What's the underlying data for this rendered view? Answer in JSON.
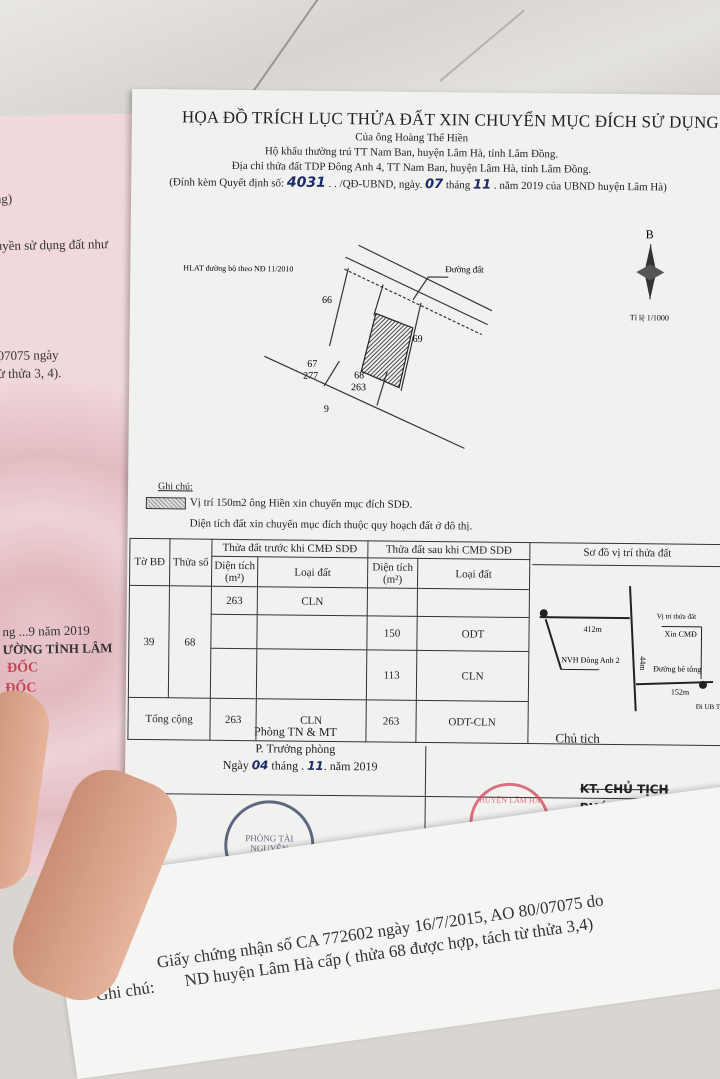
{
  "document": {
    "title": "HỌA ĐỒ TRÍCH LỤC THỬA ĐẤT XIN CHUYỂN MỤC ĐÍCH SỬ DỤNG",
    "owner": "Của ông Hoàng Thế Hiền",
    "residence": "Hộ khẩu thường trú TT Nam Ban, huyện Lâm Hà, tỉnh Lâm Đồng.",
    "address": "Địa chỉ thửa đất TDP Đông Anh 4, TT Nam Ban, huyện Lâm Hà, tỉnh Lâm Đồng.",
    "decision_prefix": "(Đính kèm Quyết định số:",
    "decision_no": "4031",
    "decision_mid": ". . /QĐ-UBND, ngày.",
    "decision_day": "07",
    "decision_month_label": "tháng",
    "decision_month": "11",
    "decision_suffix": ". năm 2019 của UBND huyện Lâm Hà)"
  },
  "map": {
    "north": "B",
    "scale": "Tỉ lệ 1/1000",
    "hlat_label": "HLAT đường bộ theo NĐ 11/2010",
    "road_label": "Đường đất",
    "parcels": {
      "p66": "66",
      "p67": "67",
      "p67_area": "277",
      "p68": "68",
      "p68_area": "263",
      "p69": "69",
      "sheet": "9"
    }
  },
  "notes": {
    "heading": "Ghi chú:",
    "legend": "Vị trí 150m2 ông Hiền xin chuyển mục đích SDĐ.",
    "zoning": "Diện tích đất xin chuyển mục đích thuộc quy hoạch đất ở đô thị."
  },
  "table": {
    "headers": {
      "sheet": "Tờ BĐ",
      "parcel": "Thửa số",
      "before": "Thửa đất trước khi CMĐ SDĐ",
      "after": "Thửa đất sau khi CMĐ SDĐ",
      "area": "Diện tích",
      "unit": "(m²)",
      "type": "Loại đất",
      "diagram": "Sơ đồ vị trí thửa đất"
    },
    "sheet": "39",
    "parcel": "68",
    "rows": [
      {
        "before_area": "263",
        "before_type": "CLN",
        "after_area": "",
        "after_type": ""
      },
      {
        "before_area": "",
        "before_type": "",
        "after_area": "150",
        "after_type": "ODT"
      },
      {
        "before_area": "",
        "before_type": "",
        "after_area": "113",
        "after_type": "CLN"
      }
    ],
    "total": {
      "label": "Tổng cộng",
      "before_area": "263",
      "before_type": "CLN",
      "after_area": "263",
      "after_type": "ODT-CLN"
    }
  },
  "location_diagram": {
    "dist1": "412m",
    "dist2": "44m",
    "dist3": "152m",
    "nvh": "NVH Đông Anh 2",
    "site": "Vị trí thửa đất",
    "site2": "Xin CMĐ",
    "road": "Đường bê tông",
    "to": "Đi UB TT"
  },
  "signatures": {
    "dept": "Phòng TN & MT",
    "dept_role": "P. Trưởng phòng",
    "date_prefix": "Ngày",
    "date_day": "04",
    "date_mid": "tháng .",
    "date_month": "11",
    "date_suffix": ". năm 2019",
    "chair": "Chủ tịch",
    "chair_kt": "KT. CHỦ TỊCH",
    "vice_chair": "PHÓ CHỦ TỊCH",
    "stamp1": "PHÒNG TÀI NGUYÊN",
    "stamp2": "HUYỆN LÂM HÀ"
  },
  "certificate": {
    "l1": "ng)",
    "l2": "uyền sử dụng đất như",
    "l3": "07075 ngày",
    "l4": "ừ thửa 3, 4).",
    "l5": "ng ...9  năm 2019",
    "l6": "ƯỜNG TỈNH LÂM",
    "l7": "ĐỐC",
    "l8": "ĐỐC"
  },
  "bottom_note": {
    "l1": "Ghi chú:",
    "l2": "Giấy chứng nhận số CA 772602 ngày 16/7/2015, AO 80/07075 do",
    "l3": "ND huyện Lâm Hà cấp ( thửa 68 được hợp, tách từ thửa 3,4)"
  }
}
